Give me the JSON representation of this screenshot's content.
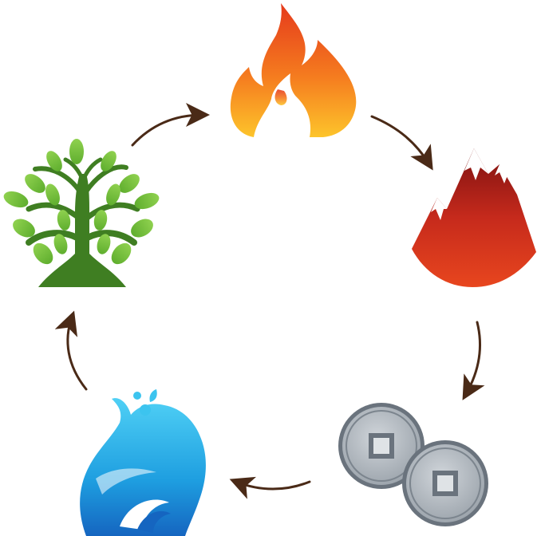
{
  "diagram": {
    "type": "cycle",
    "nodes": [
      {
        "id": "fire",
        "icon": "fire-icon",
        "colors": [
          "#f4511e",
          "#fdb813"
        ]
      },
      {
        "id": "earth",
        "icon": "mountain-icon",
        "colors": [
          "#c62828",
          "#7a1010"
        ]
      },
      {
        "id": "metal",
        "icon": "coins-icon",
        "colors": [
          "#b0b6bc",
          "#5d6670"
        ]
      },
      {
        "id": "water",
        "icon": "water-icon",
        "colors": [
          "#29b6f6",
          "#0d47a1"
        ]
      },
      {
        "id": "wood",
        "icon": "tree-icon",
        "colors": [
          "#7cc242",
          "#3e7d1f"
        ]
      }
    ],
    "edges": [
      {
        "from": "fire",
        "to": "earth"
      },
      {
        "from": "earth",
        "to": "metal"
      },
      {
        "from": "metal",
        "to": "water"
      },
      {
        "from": "water",
        "to": "wood"
      },
      {
        "from": "wood",
        "to": "fire"
      }
    ],
    "arrow_color": "#4a2a17"
  }
}
